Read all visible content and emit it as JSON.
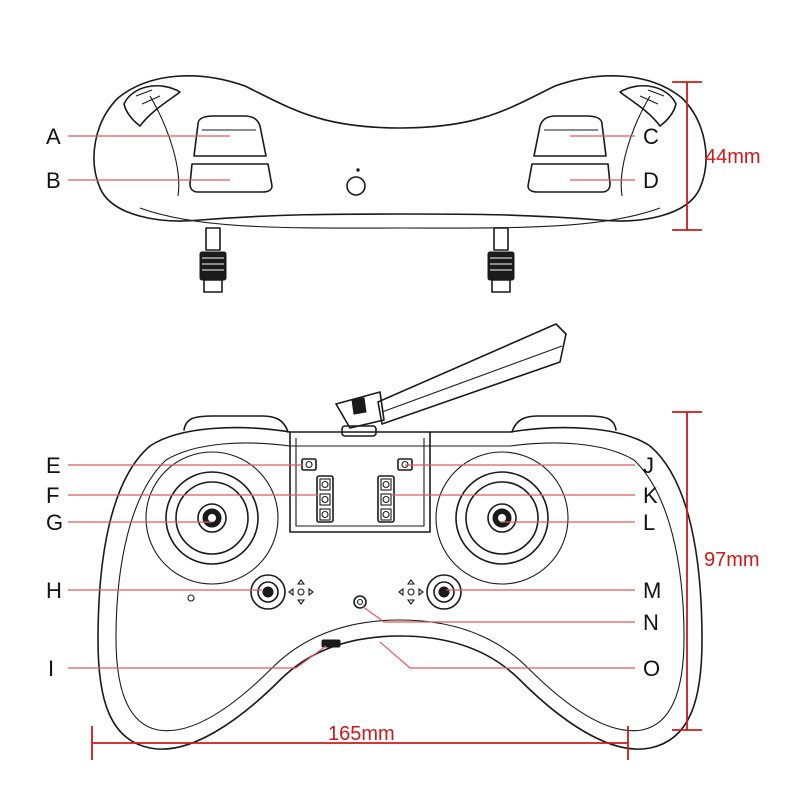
{
  "labels": {
    "A": "A",
    "B": "B",
    "C": "C",
    "D": "D",
    "E": "E",
    "F": "F",
    "G": "G",
    "H": "H",
    "I": "I",
    "J": "J",
    "K": "K",
    "L": "L",
    "M": "M",
    "N": "N",
    "O": "O"
  },
  "dimensions": {
    "height_top": "44mm",
    "height_front": "97mm",
    "width_front": "165mm"
  },
  "colors": {
    "dimension": "#d01818",
    "leader": "#e05a5a",
    "outline": "#1a1a1a"
  }
}
